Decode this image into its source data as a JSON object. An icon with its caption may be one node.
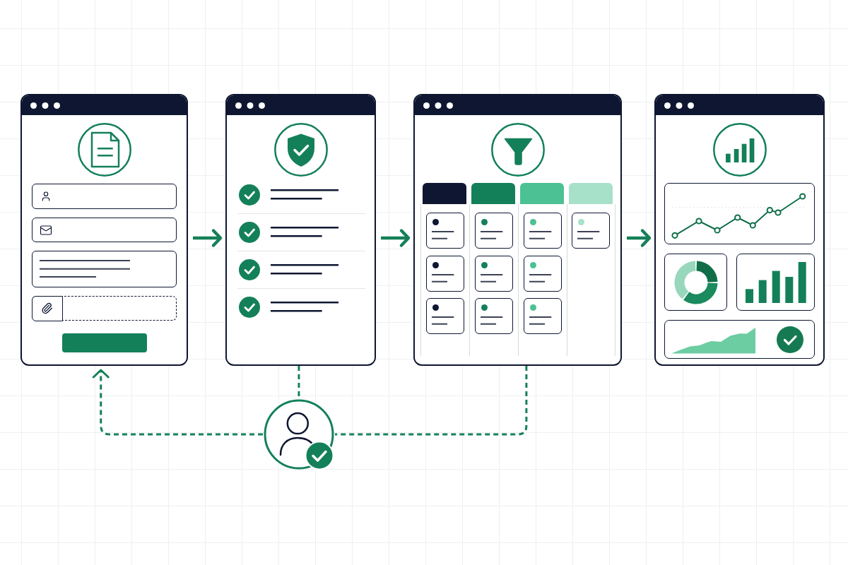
{
  "diagram": {
    "nodes": [
      {
        "text": [],
        "shape": "box"
      },
      {
        "text": [],
        "shape": "box"
      },
      {
        "text": [],
        "shape": "box"
      },
      {
        "text": [],
        "shape": "box"
      },
      {
        "text": [],
        "shape": "person"
      }
    ],
    "edges": [
      {
        "from": 0,
        "to": 1,
        "arrow": "to"
      },
      {
        "from": 1,
        "to": 2,
        "arrow": "to"
      },
      {
        "from": 2,
        "to": 3,
        "arrow": "to"
      },
      {
        "from": 1,
        "to": 4,
        "arrow": "none",
        "style": "dashed"
      },
      {
        "from": 4,
        "to": 0,
        "arrow": "to",
        "style": "dashed"
      },
      {
        "from": 2,
        "to": 4,
        "arrow": "none",
        "style": "dashed"
      }
    ]
  }
}
